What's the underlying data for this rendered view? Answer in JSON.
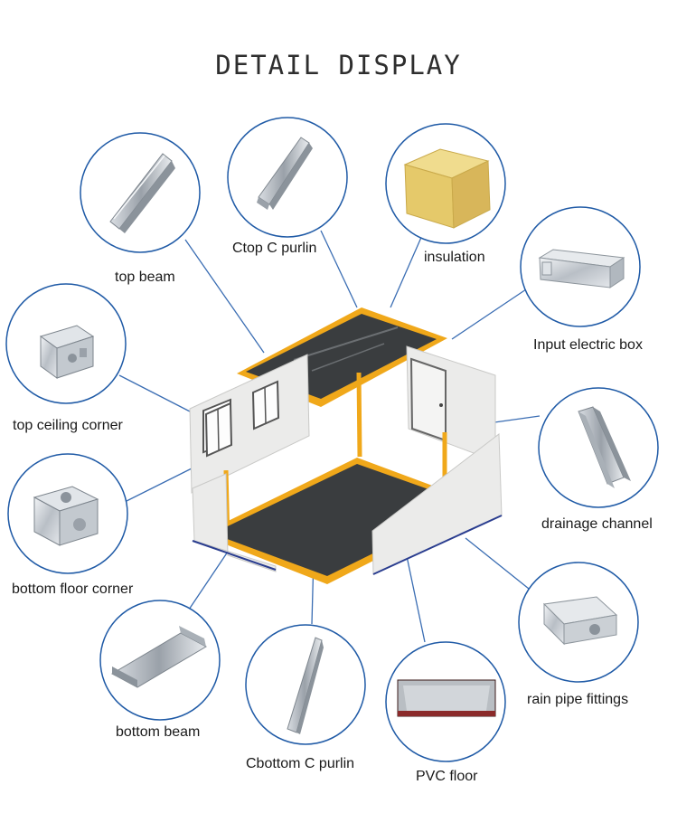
{
  "title": "DETAIL DISPLAY",
  "colors": {
    "circle_stroke": "#1f5aa6",
    "leader_line": "#3a6db3",
    "frame_yellow": "#f0a81a",
    "floor_dark": "#3a3d3f",
    "panel_white": "#ebebea",
    "insulation_yellow": "#e5c96a"
  },
  "parts": [
    {
      "id": "top-beam",
      "label": "top beam",
      "icon": "top-beam-icon"
    },
    {
      "id": "ctop-c-purlin",
      "label": "Ctop C purlin",
      "icon": "c-purlin-icon"
    },
    {
      "id": "insulation",
      "label": "insulation",
      "icon": "insulation-block-icon"
    },
    {
      "id": "input-electric-box",
      "label": "Input electric box",
      "icon": "electric-box-icon"
    },
    {
      "id": "top-ceiling-corner",
      "label": "top ceiling corner",
      "icon": "ceiling-corner-icon"
    },
    {
      "id": "drainage-channel",
      "label": "drainage channel",
      "icon": "drainage-channel-icon"
    },
    {
      "id": "bottom-floor-corner",
      "label": "bottom floor corner",
      "icon": "floor-corner-icon"
    },
    {
      "id": "rain-pipe-fittings",
      "label": "rain pipe fittings",
      "icon": "rain-pipe-fitting-icon"
    },
    {
      "id": "bottom-beam",
      "label": "bottom beam",
      "icon": "bottom-beam-icon"
    },
    {
      "id": "cbottom-c-purlin",
      "label": "Cbottom C purlin",
      "icon": "c-purlin-bottom-icon"
    },
    {
      "id": "pvc-floor",
      "label": "PVC floor",
      "icon": "pvc-floor-icon"
    }
  ]
}
